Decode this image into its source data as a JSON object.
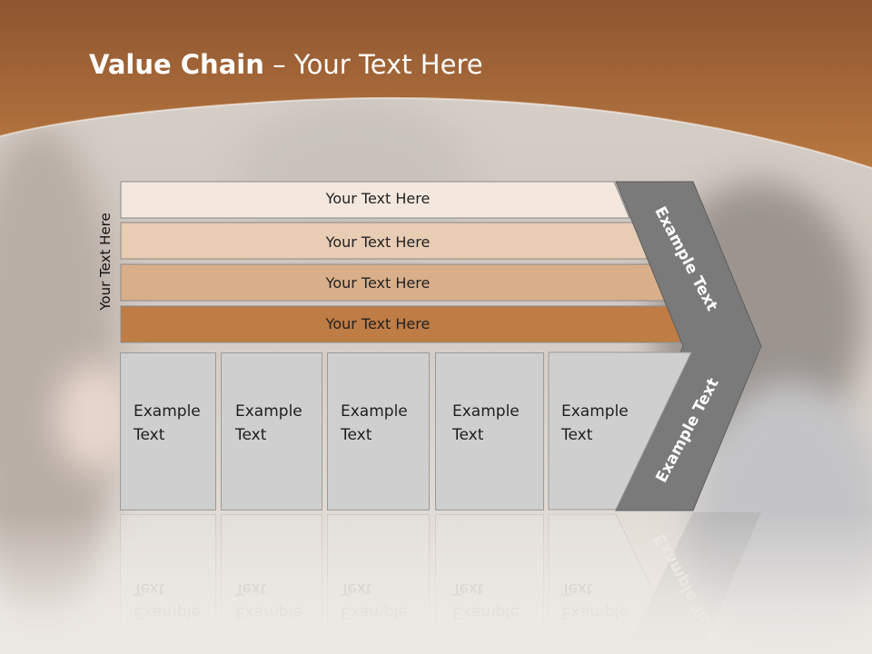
{
  "slide": {
    "title_bold": "Value Chain",
    "title_rest": " – Your Text Here",
    "side_label": "Your Text Here"
  },
  "bars": [
    {
      "label": "Your Text Here",
      "color": "#f4e8de"
    },
    {
      "label": "Your Text Here",
      "color": "#e8ccb4"
    },
    {
      "label": "Your Text Here",
      "color": "#d9af8a"
    },
    {
      "label": "Your Text Here",
      "color": "#bf7c45"
    }
  ],
  "boxes": [
    {
      "line1": "Example",
      "line2": "Text"
    },
    {
      "line1": "Example",
      "line2": "Text"
    },
    {
      "line1": "Example",
      "line2": "Text"
    },
    {
      "line1": "Example",
      "line2": "Text"
    },
    {
      "line1": "Example",
      "line2": "Text"
    }
  ],
  "chevron": {
    "upper_label": "Example Text",
    "lower_label": "Example Text",
    "color": "#7a7a7a"
  },
  "theme": {
    "header_color": "#a8683a",
    "accent": "#bf7c45"
  }
}
